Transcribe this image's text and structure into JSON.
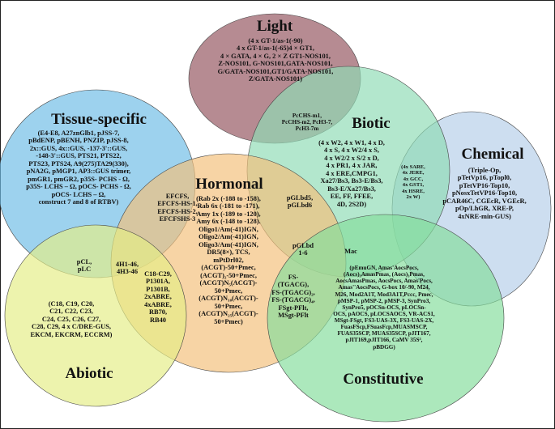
{
  "colors": {
    "light": "#93545e",
    "biotic": "#8fdcb6",
    "chemical": "#b6cfe9",
    "tissue": "#6fbde6",
    "hormonal": "#f3c07a",
    "abiotic": "#e5ee86",
    "constitutive": "#84dd9c"
  },
  "light": {
    "title": "Light",
    "text": "(4 x GT-1/as-1(-90)\n4 x GT-1/as-1(-65)4 × GT1,\n4 × GATA, 4 × G, 2 × Z GT1-NOS101,\nZ-NOS101, G-NOS101,GATA-NOS101,\nG/GATA-NOS101,GT1/GATA-NOS101,\nZ/GATA-NOS101)"
  },
  "light_biotic": {
    "text": "PcCHS-m1,\nPcCHS-m2, PcH3-7,\nPcH3-7m"
  },
  "biotic": {
    "title": "Biotic",
    "text": "(4 x W2, 4 x W1, 4 x D,\n4 x S, 4 x W2/4 x S,\n4 x W2/2 x S/2 x D,\n4 x PR1, 4 x JAR,\n4 x ERE,CMPG1,\nXa27/Bs3, Bs3-E/Bs3,\nBs3-E/Xa27/Bs3,\nEE, FF, FFEE,\n4D, 2S2D)"
  },
  "biotic_chemical": {
    "text": "(4x SARE,\n4x JERE,\n4x GCC,\n4x GST1,\n4x HSRE,\n2x W)"
  },
  "chemical": {
    "title": "Chemical",
    "text": "(Triple-Op,\npTetVp16, pTopl0,\npTetVP16-Top10,\npNosxTetVP16-Top10,\npCAR46C, CGEcR, VGEcR,\npOp/LhGR, XRE-P,\n4xNRE-min-GUS)"
  },
  "tissue": {
    "title": "Tissue-specific",
    "text": "(E4-E8, A27znGlb1, pJSS-7,\npBdENP, pBENH, PNZIP, pJSS-8,\n2x::GUS, 4x::GUS, -137-3'::GUS,\n-148-3'::GUS, PTS21, PTS22,\nPTS23, PTS24, A9(275)TA29(330),\npNA2G, pMGP1, AP3::GUS trimer,\npmGR1, pmGR2, p35S- PCHS - Ω,\np35S- LCHS – Ω, pOCS- PCHS - Ω,\npOCS- LCHS – Ω,\nconstruct 7 and 8 of RTBV)"
  },
  "tissue_hormonal": {
    "text": "EFCFS,\nEFCFS-HS-1,\nEFCFS-HS-2,\nEFCFSHS-3"
  },
  "hormonal": {
    "title": "Hormonal",
    "text": "(Rab 2x (-188 to -158),\nRab 6x (-181 to -171),\nAmy 1x (-189 to -120),\nAmy 6x (-148 to -128).\nOligo1/Am(-41)IGN,\nOligo2/Am(-41)IGN,\nOligo3/Am(-41)IGN,\nDR5(8×), TCS,\nmPtDrl02,\n(ACGT)-50+Pmec,\n(ACGT)₂-50+Pmec,\n(ACGT)N₅(ACGT)-\n50+Pmec,\n(ACGT)N₁₀(ACGT)-\n50+Pmec,\n(ACGT)N₂₅(ACGT)-\n50+Pmec)"
  },
  "hormonal_biotic": {
    "text": "pGLbd5,\npGLbd6"
  },
  "tissue_abiotic": {
    "text": "pCL,\npLC"
  },
  "tissue_hormonal_abiotic": {
    "text": "4H1-46,\n4H3-46"
  },
  "hormonal_abiotic": {
    "text": "C18-C29,\nP1301A,\nP1301B,\n2xABRE,\n4xABRE,\nRB70,\nRB40"
  },
  "hormonal_biotic_constitutive": {
    "text": "pGLbd\n1-6"
  },
  "hormonal_constitutive": {
    "text": "FS-\n(TGACG),\nFS-(TGACG)₂,\nFS-(TGACG)₄,\nFSgt-PFlt,\nMSgt-PFlt"
  },
  "biotic_constitutive": {
    "text": "Mac"
  },
  "abiotic": {
    "title": "Abiotic",
    "text": "(C18, C19, C20,\nC21, C22, C23,\nC24, C25, C26, C27,\nC28, C29, 4 x C/DRE-GUS,\nEKCM, EKCRM, ECCRM)"
  },
  "constitutive": {
    "title": "Constitutive",
    "text": "(pEmuGN, Amas'AocsPocs,\n(Aocs)₃AmasPmas, (Aocs)₃Pmas,\nAocsAmasPmas, AocsPocs, Amas'Pocs,\nAmas''AocsPocs, G-box 10/-90, M24,\nM26, Mod2A1T, Mod3A1T,Pccc, Pmec,\npMSP-1, pMSP-2, pMSP-3, SynPro3,\nSynPro5, pOCSn-OCS, pLOCSn-\nOCS, pAOCS, pLOCSAOCS, VR-ACS1,\nMSgt-FSgt, FS3-UAS-3X, FS3-UAS-2X,\nFuasFScp,FSuasFcp,MUASMSCP,\nFUAS35SCP, MUAS35SCP, pJIT167,\npJIT169,pJIT166, CaMV 35S³,\npBDGG)"
  }
}
